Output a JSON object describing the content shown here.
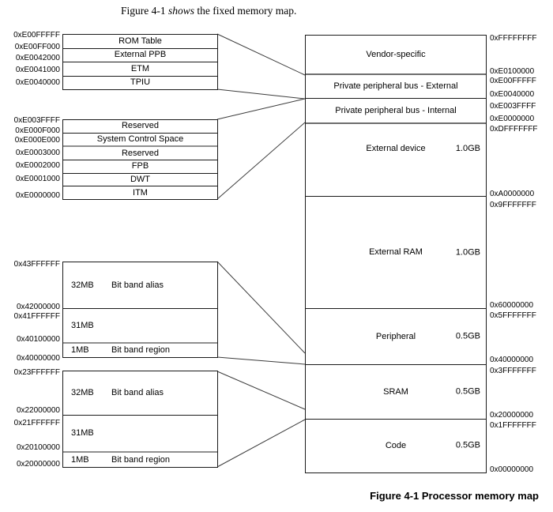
{
  "page": {
    "intro_prefix": "Figure 4-1 ",
    "intro_italic": "shows",
    "intro_suffix": " the fixed memory map.",
    "caption": "Figure 4-1 Processor memory map"
  },
  "colors": {
    "background": "#ffffff",
    "line": "#1a1a1a",
    "thick_line": "#8f8f8f",
    "connector": "#3c3c3c",
    "text": "#000000"
  },
  "external_ppb_detail": {
    "rows": [
      "ROM Table",
      "External PPB",
      "ETM",
      "TPIU"
    ],
    "addresses": [
      "0xE00FFFFF",
      "0xE00FF000",
      "0xE0042000",
      "0xE0041000",
      "0xE0040000"
    ]
  },
  "internal_ppb_detail": {
    "rows": [
      "Reserved",
      "System Control Space",
      "Reserved",
      "FPB",
      "DWT",
      "ITM"
    ],
    "addresses": [
      "0xE003FFFF",
      "0xE000F000",
      "0xE000E000",
      "0xE0003000",
      "0xE0002000",
      "0xE0001000",
      "0xE0000000"
    ]
  },
  "bitband_peripheral_detail": {
    "rows": [
      {
        "size": "32MB",
        "label": "Bit band alias"
      },
      {
        "size": "31MB",
        "label": ""
      },
      {
        "size": "1MB",
        "label": "Bit band region"
      }
    ],
    "addresses": [
      "0x43FFFFFF",
      "0x42000000",
      "0x41FFFFFF",
      "0x40100000",
      "0x40000000"
    ]
  },
  "bitband_sram_detail": {
    "rows": [
      {
        "size": "32MB",
        "label": "Bit band alias"
      },
      {
        "size": "31MB",
        "label": ""
      },
      {
        "size": "1MB",
        "label": "Bit band region"
      }
    ],
    "addresses": [
      "0x23FFFFFF",
      "0x22000000",
      "0x21FFFFFF",
      "0x20100000",
      "0x20000000"
    ]
  },
  "memory_map": {
    "regions": [
      {
        "name": "Vendor-specific",
        "size": ""
      },
      {
        "name": "Private peripheral bus - External",
        "size": ""
      },
      {
        "name": "Private peripheral bus - Internal",
        "size": ""
      },
      {
        "name": "External device",
        "size": "1.0GB"
      },
      {
        "name": "External RAM",
        "size": "1.0GB"
      },
      {
        "name": "Peripheral",
        "size": "0.5GB"
      },
      {
        "name": "SRAM",
        "size": "0.5GB"
      },
      {
        "name": "Code",
        "size": "0.5GB"
      }
    ],
    "addresses": [
      "0xFFFFFFFF",
      "0xE0100000",
      "0xE00FFFFF",
      "0xE0040000",
      "0xE003FFFF",
      "0xE0000000",
      "0xDFFFFFFF",
      "0xA0000000",
      "0x9FFFFFFF",
      "0x60000000",
      "0x5FFFFFFF",
      "0x40000000",
      "0x3FFFFFFF",
      "0x20000000",
      "0x1FFFFFFF",
      "0x00000000"
    ]
  }
}
